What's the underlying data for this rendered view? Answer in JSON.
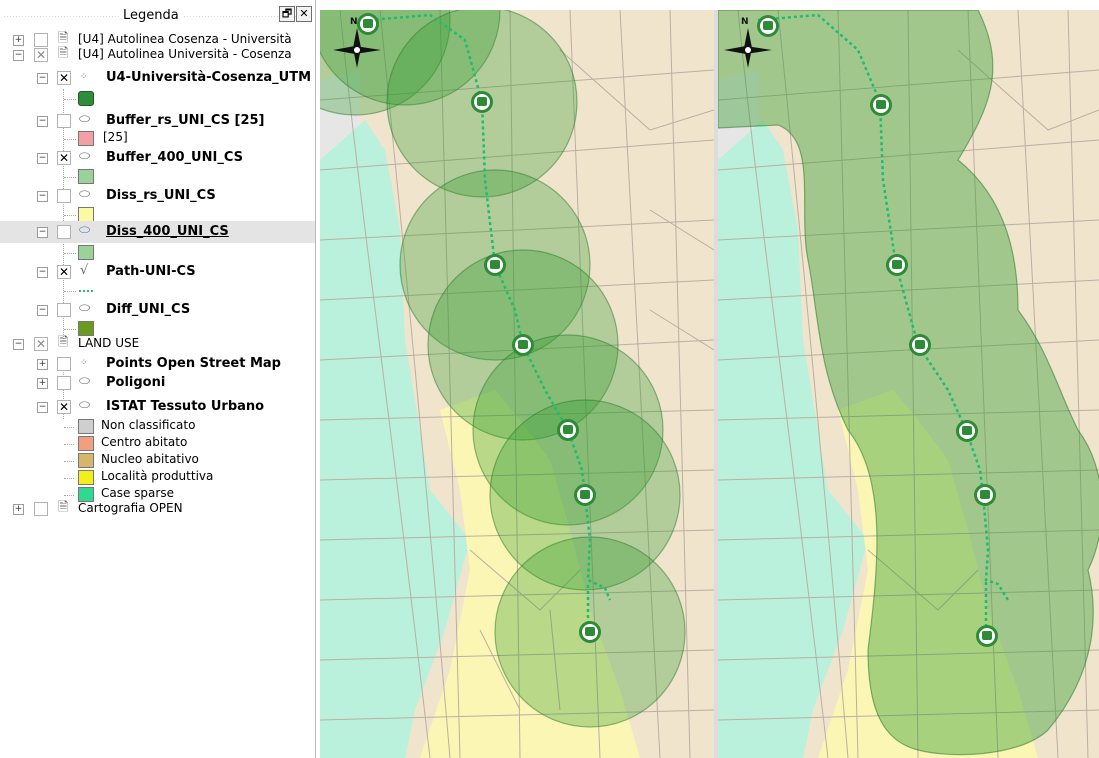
{
  "legend": {
    "title": "Legenda",
    "float_button": "🗗",
    "close_button": "✕",
    "items": [
      {
        "label": "[U4] Autolinea Cosenza - Università"
      },
      {
        "label": "[U4] Autolinea Università - Cosenza"
      },
      {
        "label": "U4-Università-Cosenza_UTM"
      },
      {
        "label": "Buffer_rs_UNI_CS [25]"
      },
      {
        "label": "[25]"
      },
      {
        "label": "Buffer_400_UNI_CS"
      },
      {
        "label": "Diss_rs_UNI_CS"
      },
      {
        "label": "Diss_400_UNI_CS"
      },
      {
        "label": "Path-UNI-CS"
      },
      {
        "label": "Diff_UNI_CS"
      },
      {
        "label": "LAND USE"
      },
      {
        "label": "Points Open Street Map"
      },
      {
        "label": "Poligoni"
      },
      {
        "label": "ISTAT Tessuto Urbano"
      },
      {
        "label": "Non classificato"
      },
      {
        "label": "Centro abitato"
      },
      {
        "label": "Nucleo abitativo"
      },
      {
        "label": "Località produttiva"
      },
      {
        "label": "Case sparse"
      },
      {
        "label": "Cartografia OPEN"
      }
    ],
    "swatch_colors": {
      "bus_stop": "#2f8c3a",
      "buffer_rs": "#f2a0a6",
      "buffer_400": "#9bd29a",
      "diss_rs": "#fbfaa2",
      "diss_400": "#9bd29a",
      "diff": "#6a9a1e",
      "non_classificato": "#cfcfcf",
      "centro_abitato": "#f29f80",
      "nucleo_abitativo": "#d7b56a",
      "localita_produttiva": "#f4ee1c",
      "case_sparse": "#2fd98f"
    }
  },
  "maps": {
    "north_label": "N",
    "colors": {
      "background": "#f1e4cd",
      "case_sparse_zone": "#b9f1dd",
      "localita_zone": "#fbf6b4",
      "road": "#b9b0a3",
      "buffer_fill": "#2e9b2e",
      "route": "#1cbd6e",
      "stop": "#2d8a37"
    },
    "icons": [
      "north-arrow-icon",
      "bus-stop-icon"
    ]
  }
}
